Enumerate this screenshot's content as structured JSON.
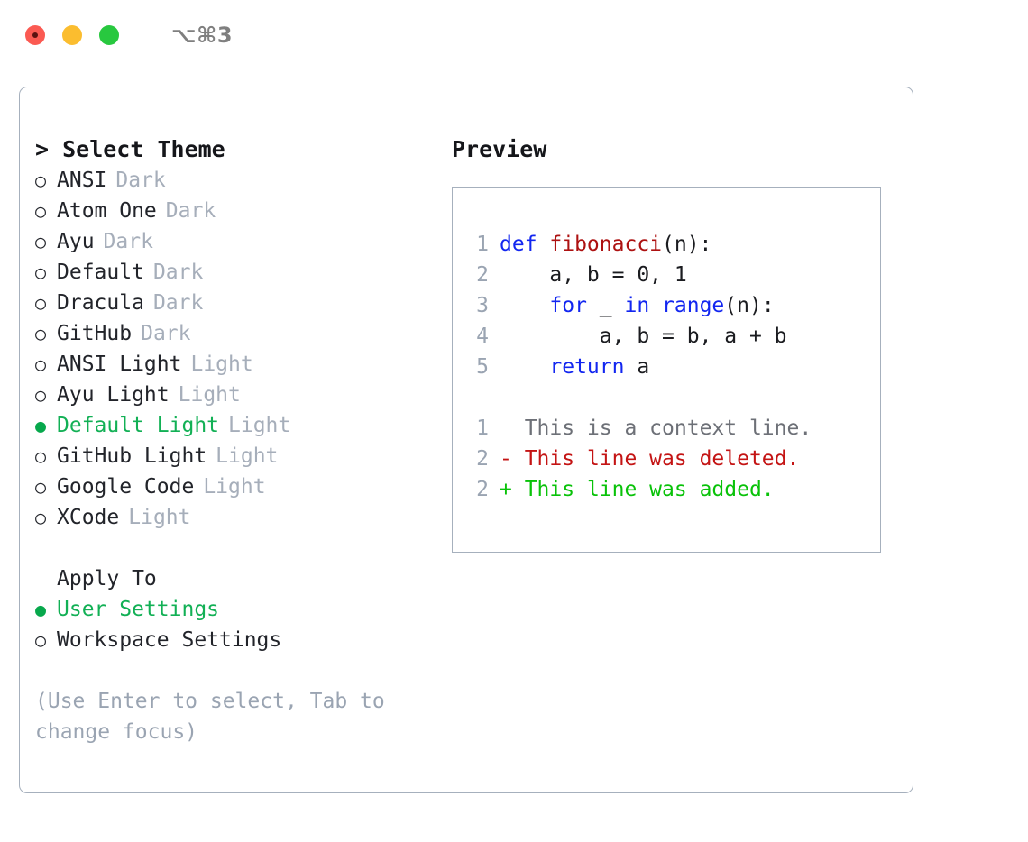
{
  "titlebar": {
    "shortcut": "⌥⌘3",
    "dots": [
      {
        "name": "close",
        "color": "#fb5a52"
      },
      {
        "name": "minimize",
        "color": "#fbbd2f"
      },
      {
        "name": "zoom",
        "color": "#28c83f"
      }
    ]
  },
  "theme_picker": {
    "heading": "> Select Theme",
    "bullet_unselected": "○",
    "bullet_selected": "●",
    "items": [
      {
        "name": "ANSI",
        "tag": "Dark",
        "selected": false
      },
      {
        "name": "Atom One",
        "tag": "Dark",
        "selected": false
      },
      {
        "name": "Ayu",
        "tag": "Dark",
        "selected": false
      },
      {
        "name": "Default",
        "tag": "Dark",
        "selected": false
      },
      {
        "name": "Dracula",
        "tag": "Dark",
        "selected": false
      },
      {
        "name": "GitHub",
        "tag": "Dark",
        "selected": false
      },
      {
        "name": "ANSI Light",
        "tag": "Light",
        "selected": false
      },
      {
        "name": "Ayu Light",
        "tag": "Light",
        "selected": false
      },
      {
        "name": "Default Light",
        "tag": "Light",
        "selected": true
      },
      {
        "name": "GitHub Light",
        "tag": "Light",
        "selected": false
      },
      {
        "name": "Google Code",
        "tag": "Light",
        "selected": false
      },
      {
        "name": "XCode",
        "tag": "Light",
        "selected": false
      }
    ]
  },
  "apply_to": {
    "title": "Apply To",
    "items": [
      {
        "name": "User Settings",
        "selected": true
      },
      {
        "name": "Workspace Settings",
        "selected": false
      }
    ]
  },
  "hint": "(Use Enter to select, Tab to change focus)",
  "preview": {
    "title": "Preview",
    "code_lines": [
      {
        "num": "1",
        "tokens": [
          {
            "t": "def ",
            "c": "kw"
          },
          {
            "t": "fibonacci",
            "c": "fn"
          },
          {
            "t": "(n):",
            "c": "code-text"
          }
        ]
      },
      {
        "num": "2",
        "tokens": [
          {
            "t": "    a, b = 0, 1",
            "c": "code-text"
          }
        ]
      },
      {
        "num": "3",
        "tokens": [
          {
            "t": "    ",
            "c": "code-text"
          },
          {
            "t": "for",
            "c": "kw"
          },
          {
            "t": " _ ",
            "c": "code-text"
          },
          {
            "t": "in",
            "c": "kw"
          },
          {
            "t": " ",
            "c": "code-text"
          },
          {
            "t": "range",
            "c": "kw"
          },
          {
            "t": "(n):",
            "c": "code-text"
          }
        ]
      },
      {
        "num": "4",
        "tokens": [
          {
            "t": "        a, b = b, a + b",
            "c": "code-text"
          }
        ]
      },
      {
        "num": "5",
        "tokens": [
          {
            "t": "    ",
            "c": "code-text"
          },
          {
            "t": "return",
            "c": "kw"
          },
          {
            "t": " a",
            "c": "code-text"
          }
        ]
      }
    ],
    "diff_lines": [
      {
        "num": "1",
        "marker": "  ",
        "text": "This is a context line.",
        "kind": "ctx"
      },
      {
        "num": "2",
        "marker": "- ",
        "text": "This line was deleted.",
        "kind": "del"
      },
      {
        "num": "2",
        "marker": "+ ",
        "text": "This line was added.",
        "kind": "add"
      }
    ]
  },
  "colors": {
    "accent_green": "#12b055",
    "added_green": "#09c209",
    "deleted_red": "#c41414",
    "keyword_blue": "#1226f0",
    "function_red": "#ad1111",
    "muted_gray": "#a6aeba",
    "border": "#a6b0bd"
  }
}
